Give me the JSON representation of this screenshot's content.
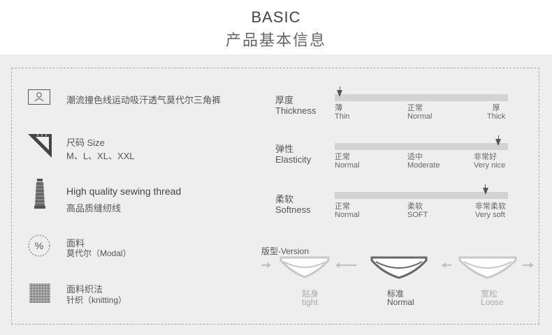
{
  "header": {
    "title": "BASIC",
    "subtitle": "产品基本信息"
  },
  "features": [
    {
      "icon": "person-icon",
      "line1": "潮流撞色线运动吸汗透气莫代尔三角裤"
    },
    {
      "icon": "ruler-icon",
      "line1": "尺码 Size",
      "line2": "M、L、XL、XXL"
    },
    {
      "icon": "thread-spool-icon",
      "line1": "High quality sewing thread",
      "line2": "高品质缝纫线"
    },
    {
      "icon": "percent-icon",
      "line1": "面料",
      "line2": "莫代尔（Modal）"
    },
    {
      "icon": "knit-grid-icon",
      "line1": "面料织法",
      "line2": "针织（knitting）"
    }
  ],
  "scales": [
    {
      "label_cn": "厚度",
      "label_en": "Thickness",
      "value": 0.0,
      "ticks": [
        {
          "cn": "薄",
          "en": "Thin"
        },
        {
          "cn": "正常",
          "en": "Normal"
        },
        {
          "cn": "厚",
          "en": "Thick"
        }
      ]
    },
    {
      "label_cn": "弹性",
      "label_en": "Elasticity",
      "value": 1.0,
      "ticks": [
        {
          "cn": "正常",
          "en": "Normal"
        },
        {
          "cn": "适中",
          "en": "Moderate"
        },
        {
          "cn": "非常好",
          "en": "Very nice"
        }
      ]
    },
    {
      "label_cn": "柔软",
      "label_en": "Softness",
      "value": 0.92,
      "ticks": [
        {
          "cn": "正常",
          "en": "Normal"
        },
        {
          "cn": "柔软",
          "en": "SOFT"
        },
        {
          "cn": "非常柔软",
          "en": "Very soft"
        }
      ]
    }
  ],
  "version": {
    "title": "版型-Version",
    "items": [
      {
        "cn": "贴身",
        "en": "tight",
        "active": false
      },
      {
        "cn": "标准",
        "en": "Normal",
        "active": true
      },
      {
        "cn": "宽松",
        "en": "Loose",
        "active": false
      }
    ]
  },
  "colors": {
    "bar": "#d3d3d3",
    "marker": "#555555",
    "active_brief": "#666666",
    "inactive_brief": "#c8c8c8"
  }
}
